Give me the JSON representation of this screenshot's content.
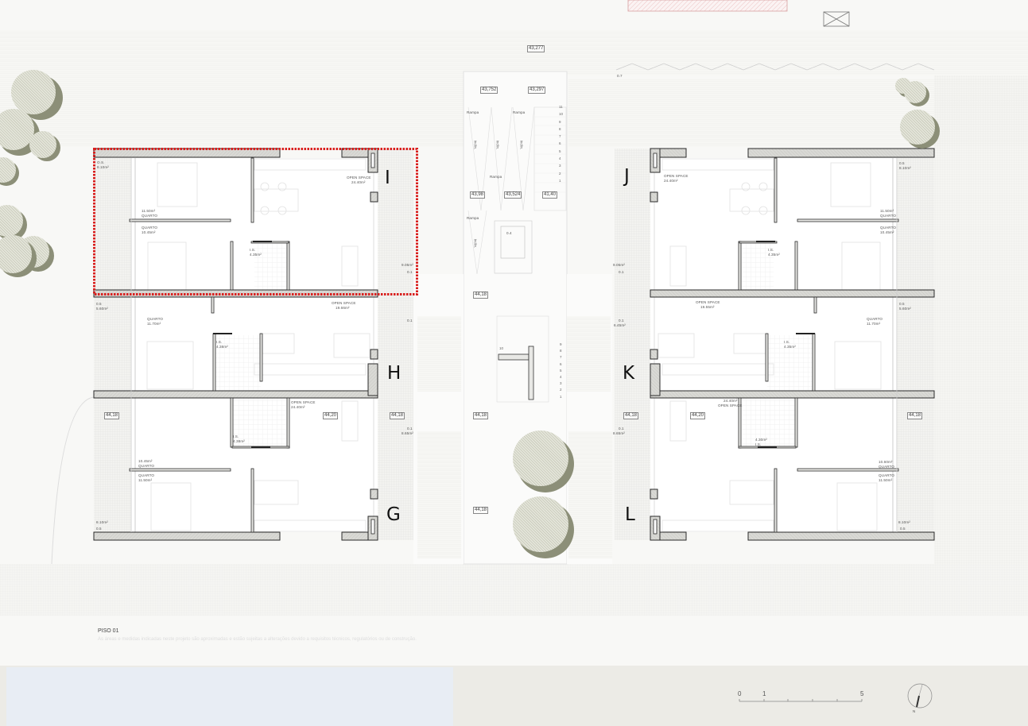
{
  "drawing": {
    "title": "PISO 01",
    "note": "As áreas e medidas indicadas neste projeto são aproximadas e estão sujeitas a alterações devido a requisitos técnicos, regulatórios ou de construção."
  },
  "colors": {
    "selection": "#d9201f",
    "wall_fill": "#d9d9d5",
    "wall_stroke": "#2a2a2a",
    "tree": "#c9cbb7",
    "tree_shadow": "#8c8f78",
    "bottom_band": "#ecebe6",
    "info_panel": "#e8edf4"
  },
  "units": [
    {
      "letter": "I",
      "selected": true,
      "rooms": [
        {
          "name": "O.S.",
          "area": "8.10m²"
        },
        {
          "name": "QUARTO",
          "area": "11.50m²"
        },
        {
          "name": "QUARTO",
          "area": "10.45m²"
        },
        {
          "name": "I.S.",
          "area": "4.35m²"
        },
        {
          "name": "OPEN SPACE",
          "area": "24.40m²"
        },
        {
          "name": "0.1",
          "area": "9.05m²"
        }
      ]
    },
    {
      "letter": "H",
      "rooms": [
        {
          "name": "0.5",
          "area": "5.60m²"
        },
        {
          "name": "QUARTO",
          "area": "11.70m²"
        },
        {
          "name": "OPEN SPACE",
          "area": "19.66m²"
        },
        {
          "name": "I.S.",
          "area": "4.38m²"
        },
        {
          "name": "0.1",
          "area": ""
        }
      ]
    },
    {
      "letter": "G",
      "rooms": [
        {
          "name": "OPEN SPACE",
          "area": "24.40m²"
        },
        {
          "name": "I.S.",
          "area": "4.38m²"
        },
        {
          "name": "QUARTO",
          "area": "10.45m²"
        },
        {
          "name": "QUARTO",
          "area": "11.50m²"
        },
        {
          "name": "0.5",
          "area": "8.10m²"
        },
        {
          "name": "0.1",
          "area": "8.65m²"
        }
      ],
      "levels": [
        "44,18",
        "44,20",
        "44,18"
      ]
    },
    {
      "letter": "J",
      "rooms": [
        {
          "name": "OPEN SPACE",
          "area": "24.40m²"
        },
        {
          "name": "0.5",
          "area": "8.10m²"
        },
        {
          "name": "QUARTO",
          "area": "11.50m²"
        },
        {
          "name": "QUARTO",
          "area": "10.45m²"
        },
        {
          "name": "I.S.",
          "area": "4.35m²"
        },
        {
          "name": "0.1",
          "area": "9.05m²"
        }
      ]
    },
    {
      "letter": "K",
      "rooms": [
        {
          "name": "OPEN SPACE",
          "area": "19.55m²"
        },
        {
          "name": "0.5",
          "area": "5.60m²"
        },
        {
          "name": "QUARTO",
          "area": "11.70m²"
        },
        {
          "name": "I.S.",
          "area": "4.35m²"
        },
        {
          "name": "0.1",
          "area": "6.45m²"
        }
      ]
    },
    {
      "letter": "L",
      "rooms": [
        {
          "name": "OPEN SPACE",
          "area": "24.40m²"
        },
        {
          "name": "I.S.",
          "area": "4.30m²"
        },
        {
          "name": "QUARTO",
          "area": "10.60m²"
        },
        {
          "name": "QUARTO",
          "area": "11.50m²"
        },
        {
          "name": "0.5",
          "area": "8.10m²"
        },
        {
          "name": "0.1",
          "area": "8.65m²"
        }
      ],
      "levels": [
        "44,18",
        "44,20",
        "44,18"
      ]
    }
  ],
  "core": {
    "levels": {
      "street": "43,277",
      "ramp_top_left": "43,752",
      "ramp_top_right": "43,297",
      "left": "43,98",
      "middle": "43,524",
      "right": "41,40",
      "landing_1": "44,18",
      "landing_2": "44,18",
      "landing_3": "44,18"
    },
    "ramp_label": "Rampa",
    "ramp_slope": "inclin.",
    "elevator_label": "0.4",
    "upper_stair_steps": [
      "11",
      "10",
      "9",
      "8",
      "7",
      "6",
      "5",
      "4",
      "3",
      "2",
      "1"
    ],
    "lower_stair_steps": [
      "9",
      "8",
      "7",
      "6",
      "5",
      "4",
      "3",
      "2",
      "1"
    ],
    "lower_stair_top": "10",
    "terrace_offset": "0.7"
  },
  "scale_bar": {
    "labels": [
      "0",
      "1",
      "5"
    ]
  },
  "north_arrow": {
    "label": "N",
    "icon": "north-arrow-icon"
  }
}
